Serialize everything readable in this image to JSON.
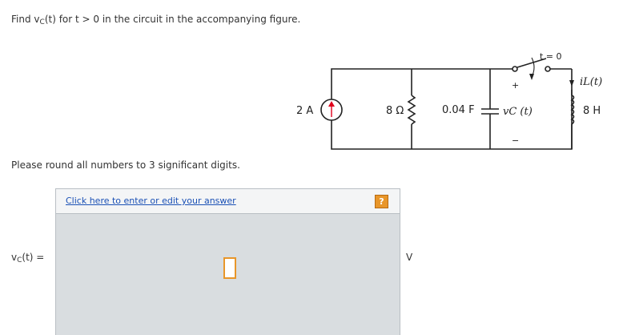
{
  "question": {
    "prefix": "Find v",
    "sub": "C",
    "middle": "(t) for t > 0 in the circuit in the accompanying figure."
  },
  "circuit": {
    "switch_label": "t = 0",
    "current_source_label": "2 A",
    "resistor_label": "8 Ω",
    "capacitor_label": "0.04 F",
    "vc_label": "vC (t)",
    "plus_sign": "+",
    "minus_sign": "−",
    "il_label": "iL(t)",
    "inductor_label": "8 H"
  },
  "instruction": "Please round all numbers to 3 significant digits.",
  "answer": {
    "edit_link": "Click here to enter or edit your answer",
    "help_glyph": "?",
    "var_prefix": "v",
    "var_sub": "C",
    "var_suffix": "(t)  =",
    "unit": "V",
    "value": ""
  },
  "colors": {
    "accent": "#e8962a",
    "link": "#1a50b5",
    "panel": "#d9dde0",
    "arrow": "#e0001b"
  }
}
